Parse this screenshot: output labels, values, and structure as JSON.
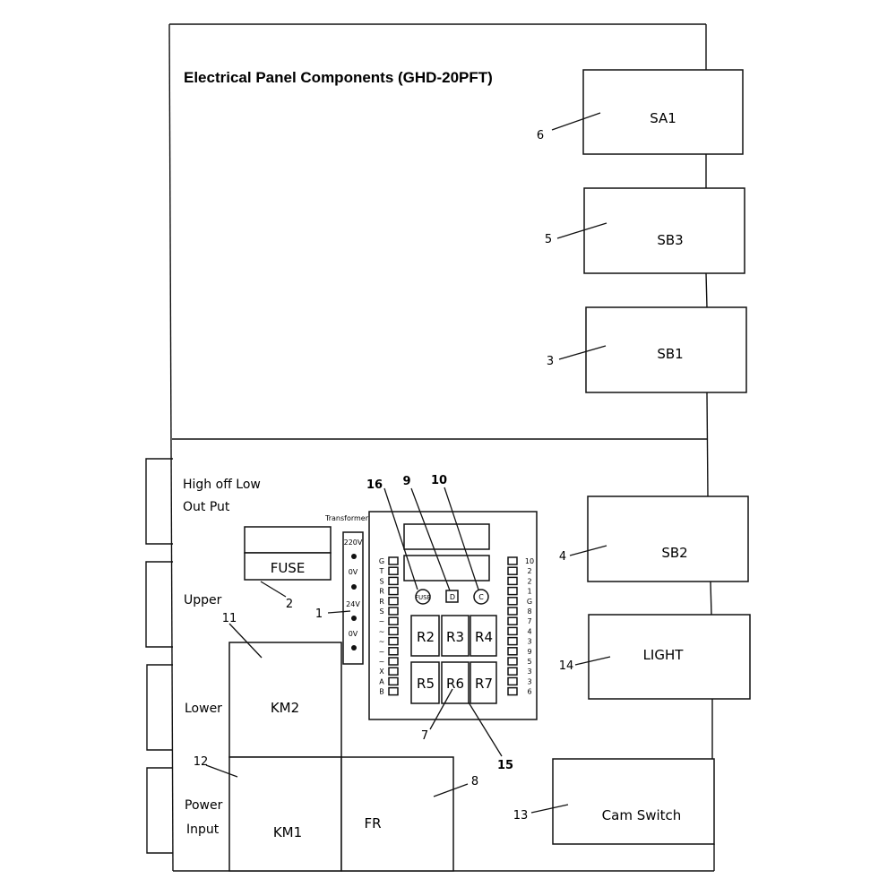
{
  "title": "Electrical Panel Components (GHD-20PFT)",
  "components": {
    "sa1": "SA1",
    "sb3": "SB3",
    "sb1": "SB1",
    "sb2": "SB2",
    "light": "LIGHT",
    "cam_switch": "Cam Switch",
    "fuse": "FUSE",
    "km2": "KM2",
    "km1": "KM1",
    "fr": "FR",
    "transformer": "Transformer"
  },
  "side_labels": {
    "high_off_low": "High off Low",
    "out_put": "Out Put",
    "upper": "Upper",
    "lower": "Lower",
    "power": "Power",
    "input": "Input"
  },
  "transformer_taps": [
    "220V",
    "0V",
    "24V",
    "0V"
  ],
  "relays": [
    "R2",
    "R3",
    "R4",
    "R5",
    "R6",
    "R7"
  ],
  "board_indicators": [
    "FUSE",
    "D",
    "C"
  ],
  "left_terminals": [
    "G",
    "T",
    "S",
    "R",
    "R",
    "S",
    "~",
    "~",
    "~",
    "~",
    "~",
    "X",
    "A",
    "B"
  ],
  "right_terminals": [
    "10",
    "2",
    "2",
    "1",
    "G",
    "8",
    "7",
    "4",
    "3",
    "9",
    "5",
    "3",
    "3",
    "6"
  ],
  "callouts": {
    "n1": "1",
    "n2": "2",
    "n3": "3",
    "n4": "4",
    "n5": "5",
    "n6": "6",
    "n7": "7",
    "n8": "8",
    "n9": "9",
    "n10": "10",
    "n11": "11",
    "n12": "12",
    "n13": "13",
    "n14": "14",
    "n15": "15",
    "n16": "16"
  }
}
